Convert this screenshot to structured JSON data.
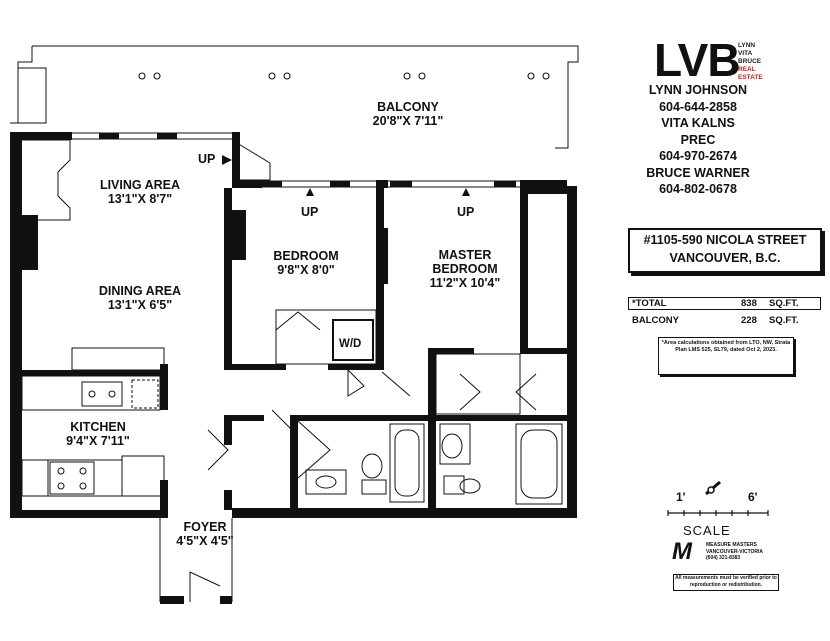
{
  "brand": {
    "logo_text": "LVB",
    "logo_small_lines": [
      "LYNN",
      "VITA",
      "BRUCE",
      "REAL",
      "ESTATE"
    ],
    "accent_color": "#b22222"
  },
  "agents": [
    {
      "name": "LYNN JOHNSON",
      "phone": "604-644-2858"
    },
    {
      "name": "VITA KALNS",
      "title": "PREC",
      "phone": "604-970-2674"
    },
    {
      "name": "BRUCE WARNER",
      "phone": "604-802-0678"
    }
  ],
  "address": {
    "line1": "#1105-590 NICOLA STREET",
    "line2": "VANCOUVER, B.C."
  },
  "areas": [
    {
      "label": "*TOTAL",
      "value": "838",
      "unit": "SQ.FT."
    },
    {
      "label": "BALCONY",
      "value": "228",
      "unit": "SQ.FT."
    }
  ],
  "area_note": "*Area calculations obtained from LTO, NW, Strata Plan LMS 525, SL79, dated Oct 2, 2023.",
  "rooms": {
    "balcony": {
      "name": "BALCONY",
      "dims": "20'8\"X 7'11\""
    },
    "living": {
      "name": "LIVING AREA",
      "dims": "13'1\"X 8'7\""
    },
    "dining": {
      "name": "DINING AREA",
      "dims": "13'1\"X 6'5\""
    },
    "bedroom": {
      "name": "BEDROOM",
      "dims": "9'8\"X 8'0\""
    },
    "master": {
      "name": "MASTER",
      "name2": "BEDROOM",
      "dims": "11'2\"X 10'4\""
    },
    "kitchen": {
      "name": "KITCHEN",
      "dims": "9'4\"X 7'11\""
    },
    "foyer": {
      "name": "FOYER",
      "dims": "4'5\"X 4'5\""
    }
  },
  "labels": {
    "up": "UP",
    "wd": "W/D"
  },
  "scale": {
    "left": "1'",
    "right": "6'",
    "word": "SCALE"
  },
  "measure_masters": {
    "name": "MEASURE MASTERS",
    "sub": "VANCOUVER-VICTORIA",
    "phone": "(604) 321-8383"
  },
  "disclaimer": "All measurements must be verified prior to reproduction or redistribution."
}
